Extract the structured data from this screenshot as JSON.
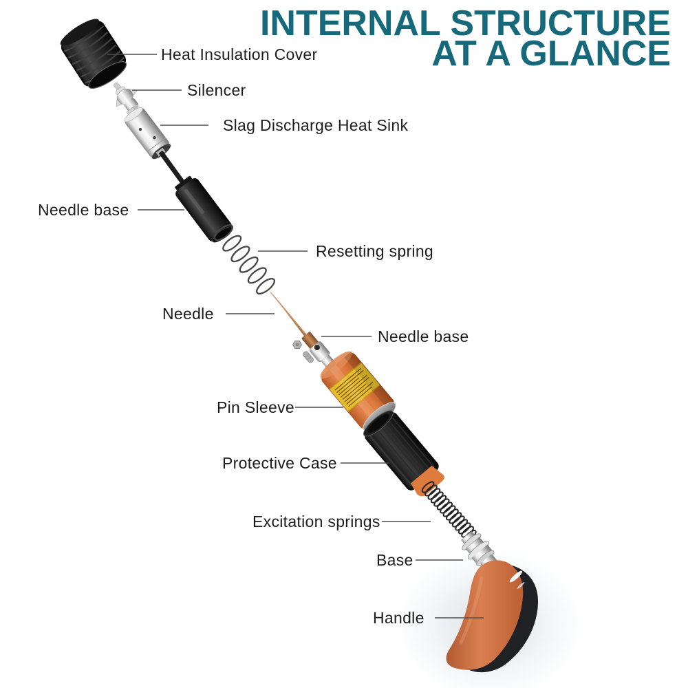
{
  "title": {
    "line1": "INTERNAL STRUCTURE",
    "line2": "AT A GLANCE"
  },
  "labels": [
    {
      "id": "heat-insulation-cover",
      "text": "Heat Insulation Cover"
    },
    {
      "id": "silencer",
      "text": "Silencer"
    },
    {
      "id": "slag-discharge-heat-sink",
      "text": "Slag Discharge Heat Sink"
    },
    {
      "id": "needle-base-upper",
      "text": "Needle base"
    },
    {
      "id": "resetting-spring",
      "text": "Resetting spring"
    },
    {
      "id": "needle",
      "text": "Needle"
    },
    {
      "id": "needle-base-lower",
      "text": "Needle base"
    },
    {
      "id": "pin-sleeve",
      "text": "Pin Sleeve"
    },
    {
      "id": "protective-case",
      "text": "Protective Case"
    },
    {
      "id": "excitation-springs",
      "text": "Excitation springs"
    },
    {
      "id": "base",
      "text": "Base"
    },
    {
      "id": "handle",
      "text": "Handle"
    }
  ],
  "colors": {
    "title_teal": "#16697A",
    "label_text": "#1C1C1C",
    "leader_line": "#4D4D4D",
    "tool_orange": "#DB7A3F",
    "sleeve_label_yellow": "#E5BF2B",
    "metal_chrome": "#D9D9D9",
    "body_black": "#151515",
    "needle_copper": "#A76A3C"
  }
}
